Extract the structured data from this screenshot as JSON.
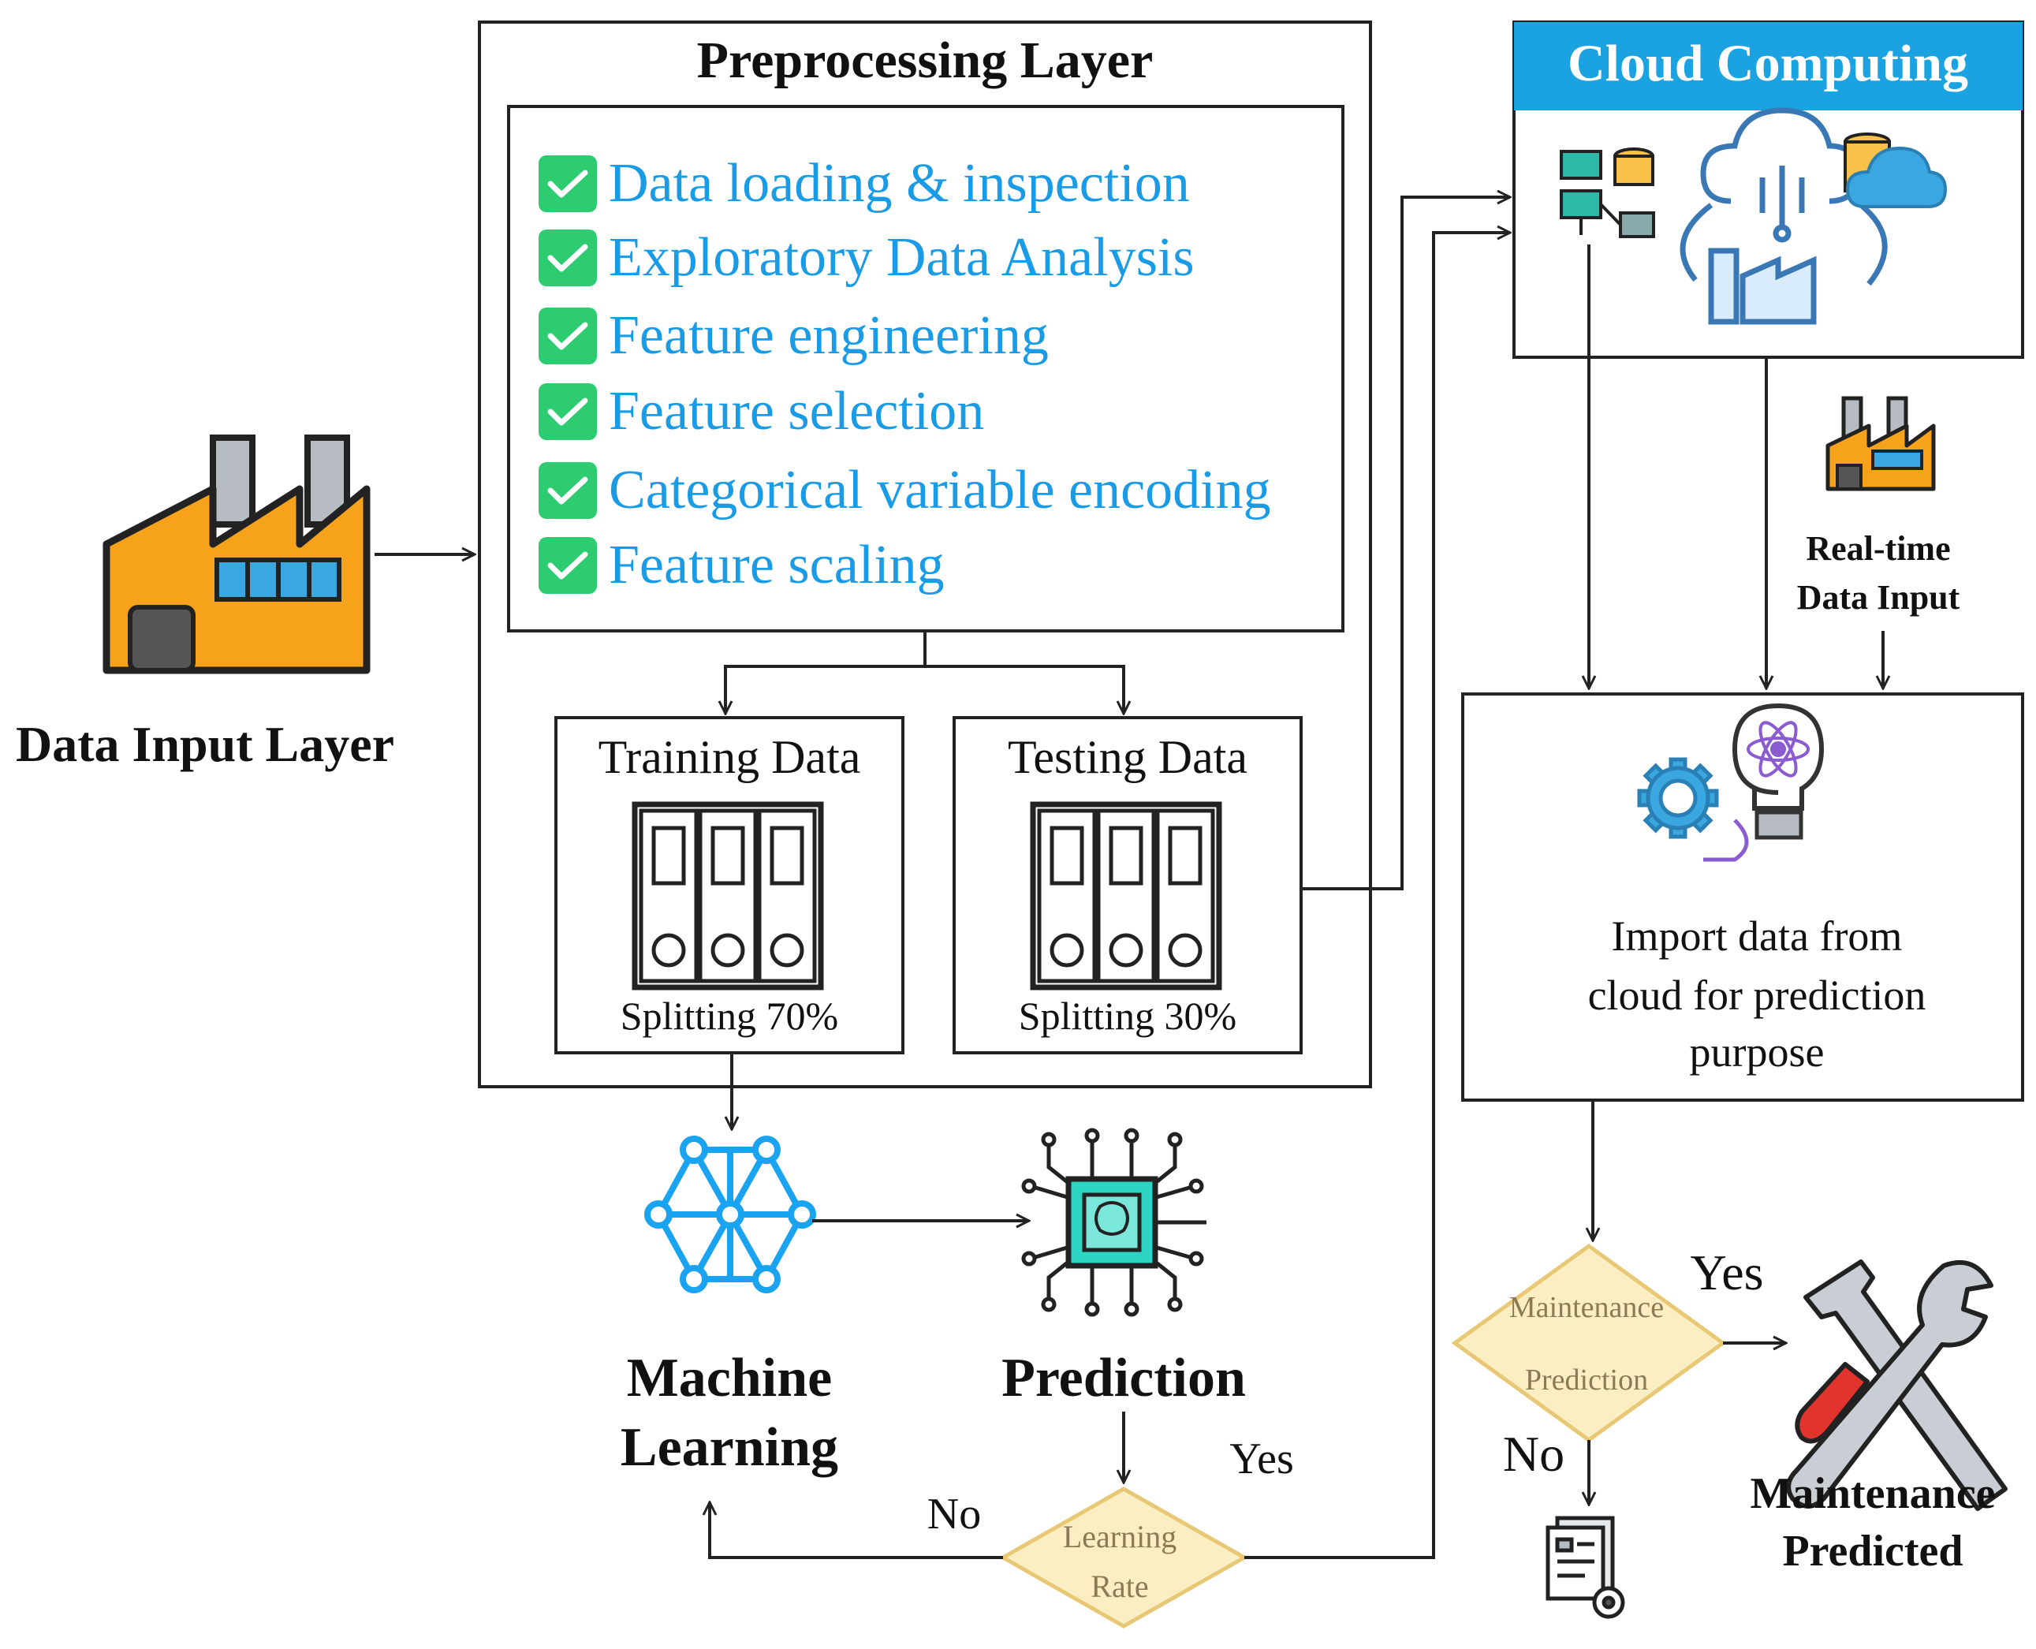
{
  "data_input": {
    "label": "Data Input Layer"
  },
  "preprocessing": {
    "title": "Preprocessing Layer",
    "steps": [
      "Data loading & inspection",
      "Exploratory Data Analysis",
      "Feature engineering",
      "Feature selection",
      "Categorical variable encoding",
      "Feature scaling"
    ],
    "training": {
      "title": "Training Data",
      "split": "Splitting 70%"
    },
    "testing": {
      "title": "Testing Data",
      "split": "Splitting 30%"
    }
  },
  "ml": {
    "line1": "Machine",
    "line2": "Learning"
  },
  "prediction": {
    "label": "Prediction"
  },
  "learning_rate": {
    "line1": "Learning",
    "line2": "Rate",
    "yes": "Yes",
    "no": "No"
  },
  "cloud": {
    "title": "Cloud Computing"
  },
  "realtime": {
    "line1": "Real-time",
    "line2": "Data Input"
  },
  "import_box": {
    "line1": "Import data from",
    "line2": "cloud for prediction",
    "line3": "purpose"
  },
  "maintenance_decision": {
    "line1": "Maintenance",
    "line2": "Prediction",
    "yes": "Yes",
    "no": "No"
  },
  "maintenance_result": {
    "line1": "Maintenance",
    "line2": "Predicted"
  },
  "colors": {
    "step_text": "#1a9be6",
    "check": "#2ecc71",
    "cloud_header": "#1aa3e0",
    "diamond_fill": "#fbeec2",
    "diamond_stroke": "#e8c874",
    "factory_orange": "#f7a21b",
    "factory_window": "#3aa7e0",
    "nn_blue": "#1aa3f0",
    "chip_teal": "#2dd4c4"
  }
}
